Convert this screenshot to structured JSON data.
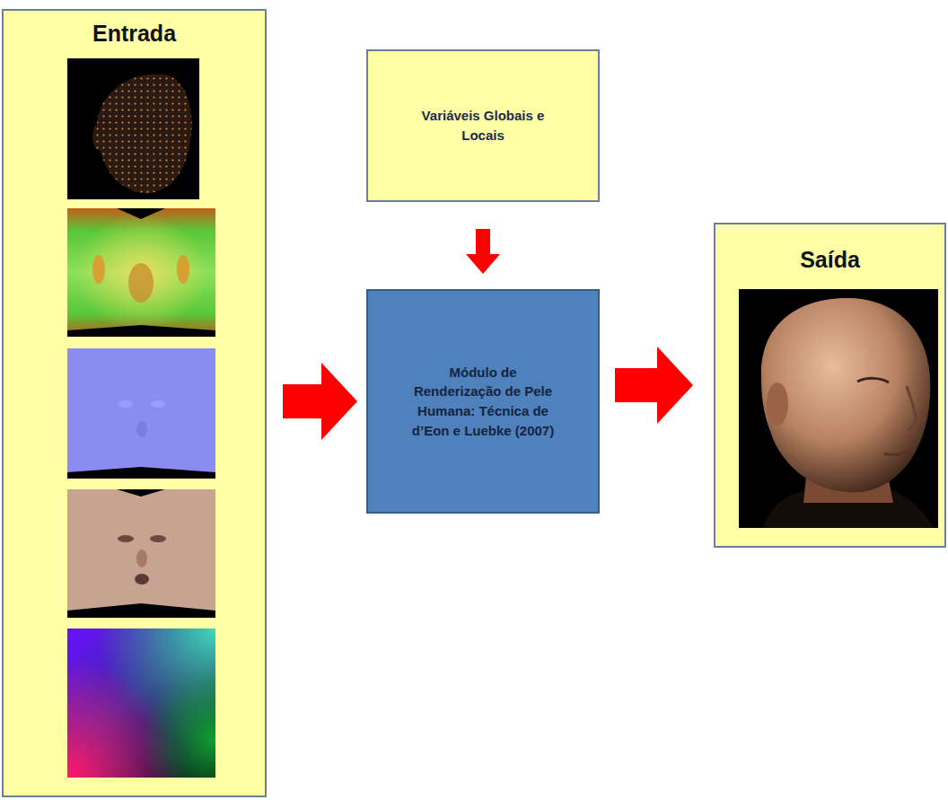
{
  "diagram": {
    "nodes": [
      {
        "text": [
          "Entrada"
        ]
      },
      {
        "text": [
          "Variáveis Globais e Locais"
        ]
      },
      {
        "text": [
          "Módulo de Renderização de Pele Humana: Técnica de d’Eon e Luebke (2007)"
        ]
      },
      {
        "text": [
          "Saída"
        ]
      }
    ],
    "edges": [
      {
        "from": 0,
        "to": 2,
        "arrow": "to"
      },
      {
        "from": 1,
        "to": 2,
        "arrow": "to"
      },
      {
        "from": 2,
        "to": 3,
        "arrow": "to"
      }
    ]
  }
}
